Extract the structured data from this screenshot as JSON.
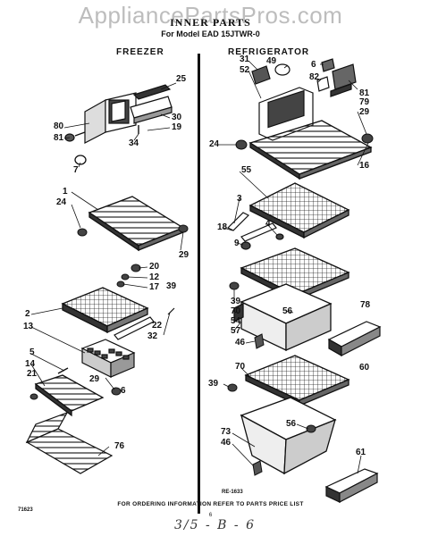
{
  "watermark": "AppliancePartsPros.com",
  "title": "INNER PARTS",
  "subtitle": "For Model EAD 15JTWR-0",
  "sections": {
    "freezer": "FREEZER",
    "refrigerator": "REFRIGERATOR"
  },
  "callouts": [
    {
      "id": "fz-25",
      "text": "25"
    },
    {
      "id": "fz-80",
      "text": "80"
    },
    {
      "id": "fz-81",
      "text": "81"
    },
    {
      "id": "fz-30",
      "text": "30"
    },
    {
      "id": "fz-19",
      "text": "19"
    },
    {
      "id": "fz-34",
      "text": "34"
    },
    {
      "id": "fz-7",
      "text": "7"
    },
    {
      "id": "fz-1",
      "text": "1"
    },
    {
      "id": "fz-24",
      "text": "24"
    },
    {
      "id": "fz-29a",
      "text": "29"
    },
    {
      "id": "fz-20",
      "text": "20"
    },
    {
      "id": "fz-12",
      "text": "12"
    },
    {
      "id": "fz-17",
      "text": "17"
    },
    {
      "id": "fz-39",
      "text": "39"
    },
    {
      "id": "fz-2",
      "text": "2"
    },
    {
      "id": "fz-13",
      "text": "13"
    },
    {
      "id": "fz-22",
      "text": "22"
    },
    {
      "id": "fz-32",
      "text": "32"
    },
    {
      "id": "fz-5",
      "text": "5"
    },
    {
      "id": "fz-14",
      "text": "14"
    },
    {
      "id": "fz-21",
      "text": "21"
    },
    {
      "id": "fz-29b",
      "text": "29"
    },
    {
      "id": "fz-6",
      "text": "6"
    },
    {
      "id": "fz-76",
      "text": "76"
    },
    {
      "id": "rf-31",
      "text": "31"
    },
    {
      "id": "rf-52",
      "text": "52"
    },
    {
      "id": "rf-49",
      "text": "49"
    },
    {
      "id": "rf-6",
      "text": "6"
    },
    {
      "id": "rf-82",
      "text": "82"
    },
    {
      "id": "rf-81",
      "text": "81"
    },
    {
      "id": "rf-79",
      "text": "79"
    },
    {
      "id": "rf-29",
      "text": "29"
    },
    {
      "id": "rf-24",
      "text": "24"
    },
    {
      "id": "rf-16",
      "text": "16"
    },
    {
      "id": "rf-55",
      "text": "55"
    },
    {
      "id": "rf-3",
      "text": "3"
    },
    {
      "id": "rf-18",
      "text": "18"
    },
    {
      "id": "rf-4",
      "text": "4"
    },
    {
      "id": "rf-9",
      "text": "9"
    },
    {
      "id": "rf-39a",
      "text": "39"
    },
    {
      "id": "rf-70a",
      "text": "70"
    },
    {
      "id": "rf-54",
      "text": "54"
    },
    {
      "id": "rf-57",
      "text": "57"
    },
    {
      "id": "rf-56a",
      "text": "56"
    },
    {
      "id": "rf-78",
      "text": "78"
    },
    {
      "id": "rf-46a",
      "text": "46"
    },
    {
      "id": "rf-70b",
      "text": "70"
    },
    {
      "id": "rf-60",
      "text": "60"
    },
    {
      "id": "rf-39b",
      "text": "39"
    },
    {
      "id": "rf-56b",
      "text": "56"
    },
    {
      "id": "rf-73",
      "text": "73"
    },
    {
      "id": "rf-46b",
      "text": "46"
    },
    {
      "id": "rf-61",
      "text": "61"
    }
  ],
  "diagram_code": "RE-1633",
  "footer": "FOR ORDERING INFORMATION REFER TO PARTS PRICE LIST",
  "left_code": "71623",
  "page_number": "6",
  "handwritten_note": "3/5 - B - 6"
}
